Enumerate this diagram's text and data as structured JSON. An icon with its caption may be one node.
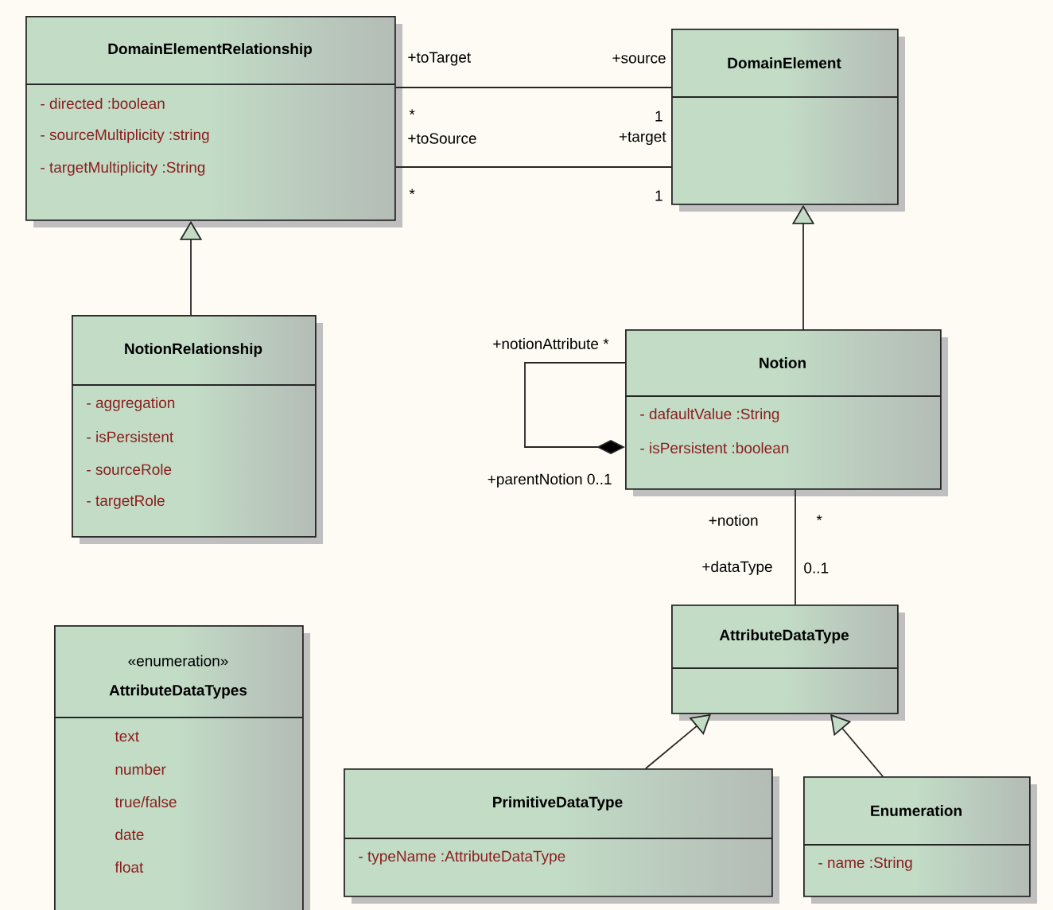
{
  "diagram": {
    "nodes": [
      {
        "text": [
          "DomainElementRelationship",
          "-  directed :boolean",
          "-  sourceMultiplicity :string",
          "-  targetMultiplicity :String"
        ]
      },
      {
        "text": [
          "DomainElement"
        ]
      },
      {
        "text": [
          "NotionRelationship",
          "-  aggregation",
          "-  isPersistent",
          "-  sourceRole",
          "-  targetRole"
        ]
      },
      {
        "text": [
          "Notion",
          "-  dafaultValue :String",
          "-  isPersistent :boolean"
        ]
      },
      {
        "text": [
          "«enumeration»",
          "AttributeDataTypes",
          "text",
          "number",
          "true/false",
          "date",
          "float"
        ]
      },
      {
        "text": [
          "AttributeDataType"
        ]
      },
      {
        "text": [
          "PrimitiveDataType",
          "-  typeName :AttributeDataType"
        ]
      },
      {
        "text": [
          "Enumeration",
          "-  name :String"
        ]
      }
    ],
    "edges": [
      {
        "from": 0,
        "to": 1,
        "arrow": "none"
      },
      {
        "from": 0,
        "to": 1,
        "arrow": "none"
      },
      {
        "from": 2,
        "to": 0,
        "arrow": "to"
      },
      {
        "from": 3,
        "to": 1,
        "arrow": "to"
      },
      {
        "from": 3,
        "to": 3,
        "arrow": "other"
      },
      {
        "from": 3,
        "to": 5,
        "arrow": "none"
      },
      {
        "from": 6,
        "to": 5,
        "arrow": "to"
      },
      {
        "from": 7,
        "to": 5,
        "arrow": "to"
      }
    ],
    "labels": [
      "+toTarget",
      "+source",
      "*",
      "1",
      "+toSource",
      "+target",
      "*",
      "1",
      "+notionAttribute *",
      "+parentNotion 0..1",
      "+notion",
      "*",
      "+dataType",
      "0..1"
    ]
  }
}
